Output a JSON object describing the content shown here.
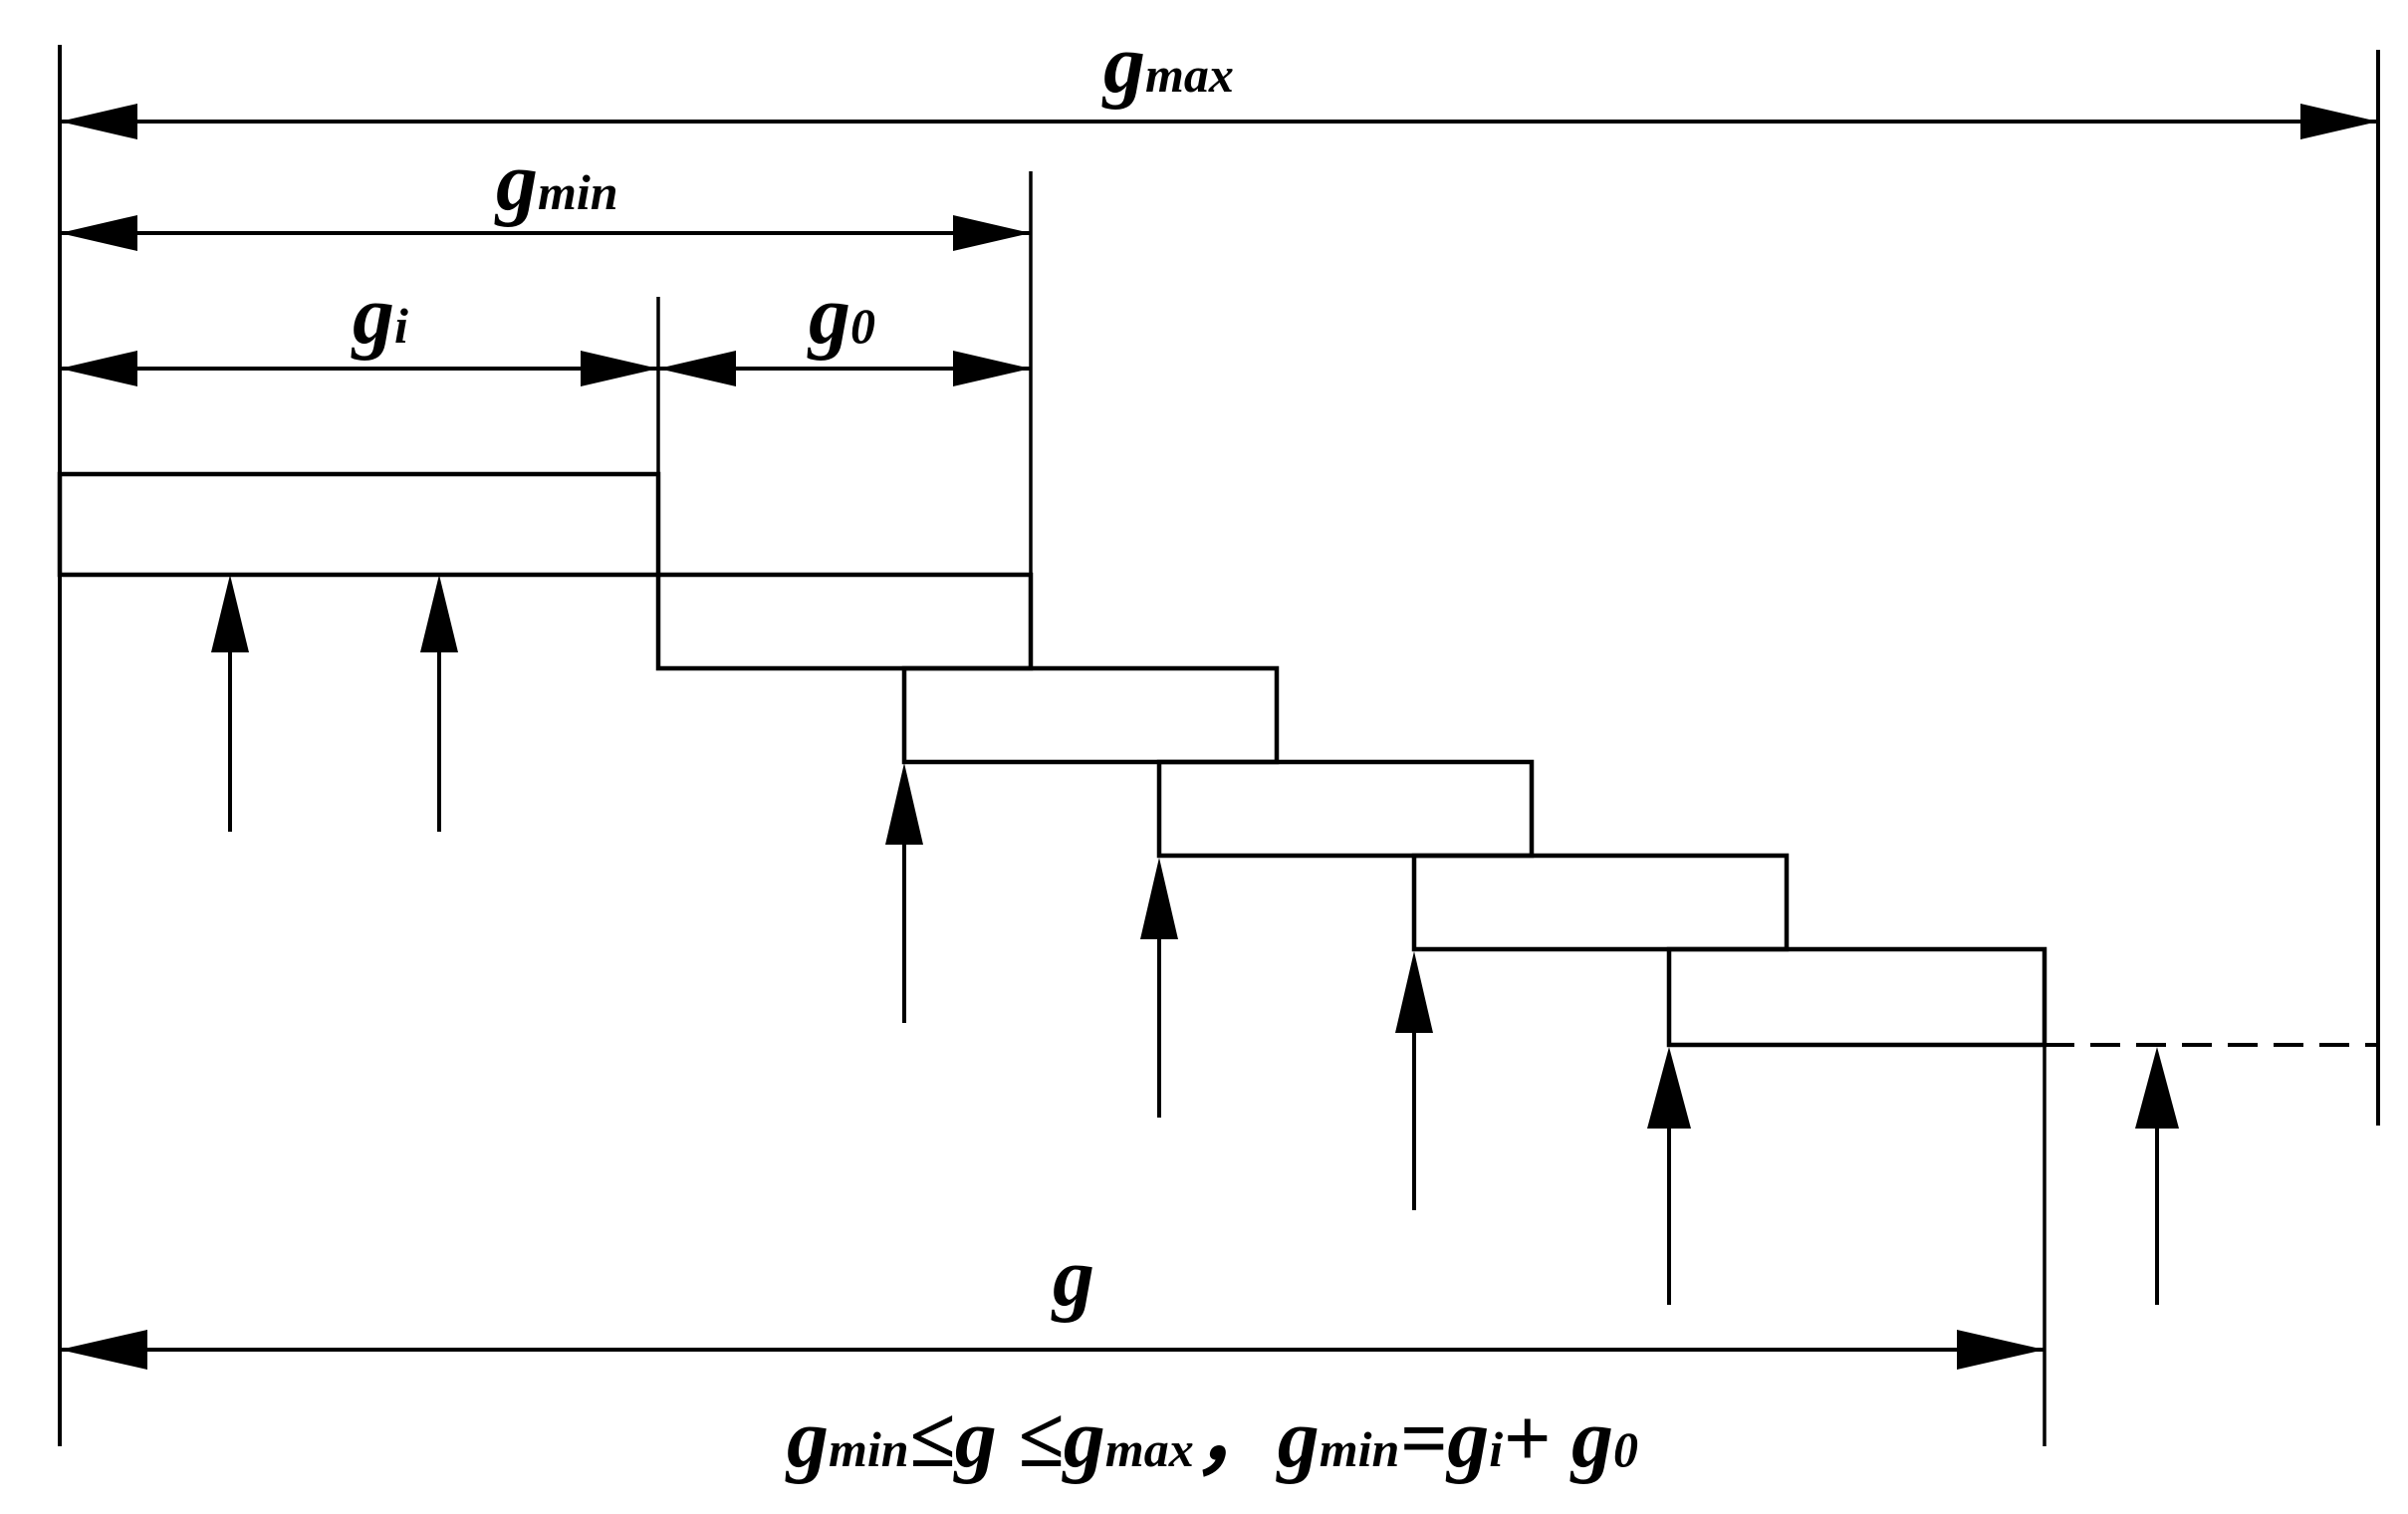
{
  "labels": {
    "gmax": {
      "main": "g",
      "sub": "max"
    },
    "gmin": {
      "main": "g",
      "sub": "min"
    },
    "gi": {
      "main": "g",
      "sub": "i"
    },
    "g0": {
      "main": "g",
      "sub": "0"
    },
    "g": {
      "main": "g"
    }
  },
  "formula": {
    "p1_main": "g",
    "p1_sub": "min",
    "p2": "≤g ≤",
    "p3_main": "g",
    "p3_sub": "max",
    "p4": "，",
    "p5_main": "g",
    "p5_sub": "min",
    "p6": "=",
    "p7_main": "g",
    "p7_sub": "i",
    "p8": "+ ",
    "p9_main": "g",
    "p9_sub": "0"
  },
  "colors": {
    "line": "#000000",
    "background": "#ffffff"
  },
  "stair_step_count": 5,
  "support_arrow_count": 7
}
